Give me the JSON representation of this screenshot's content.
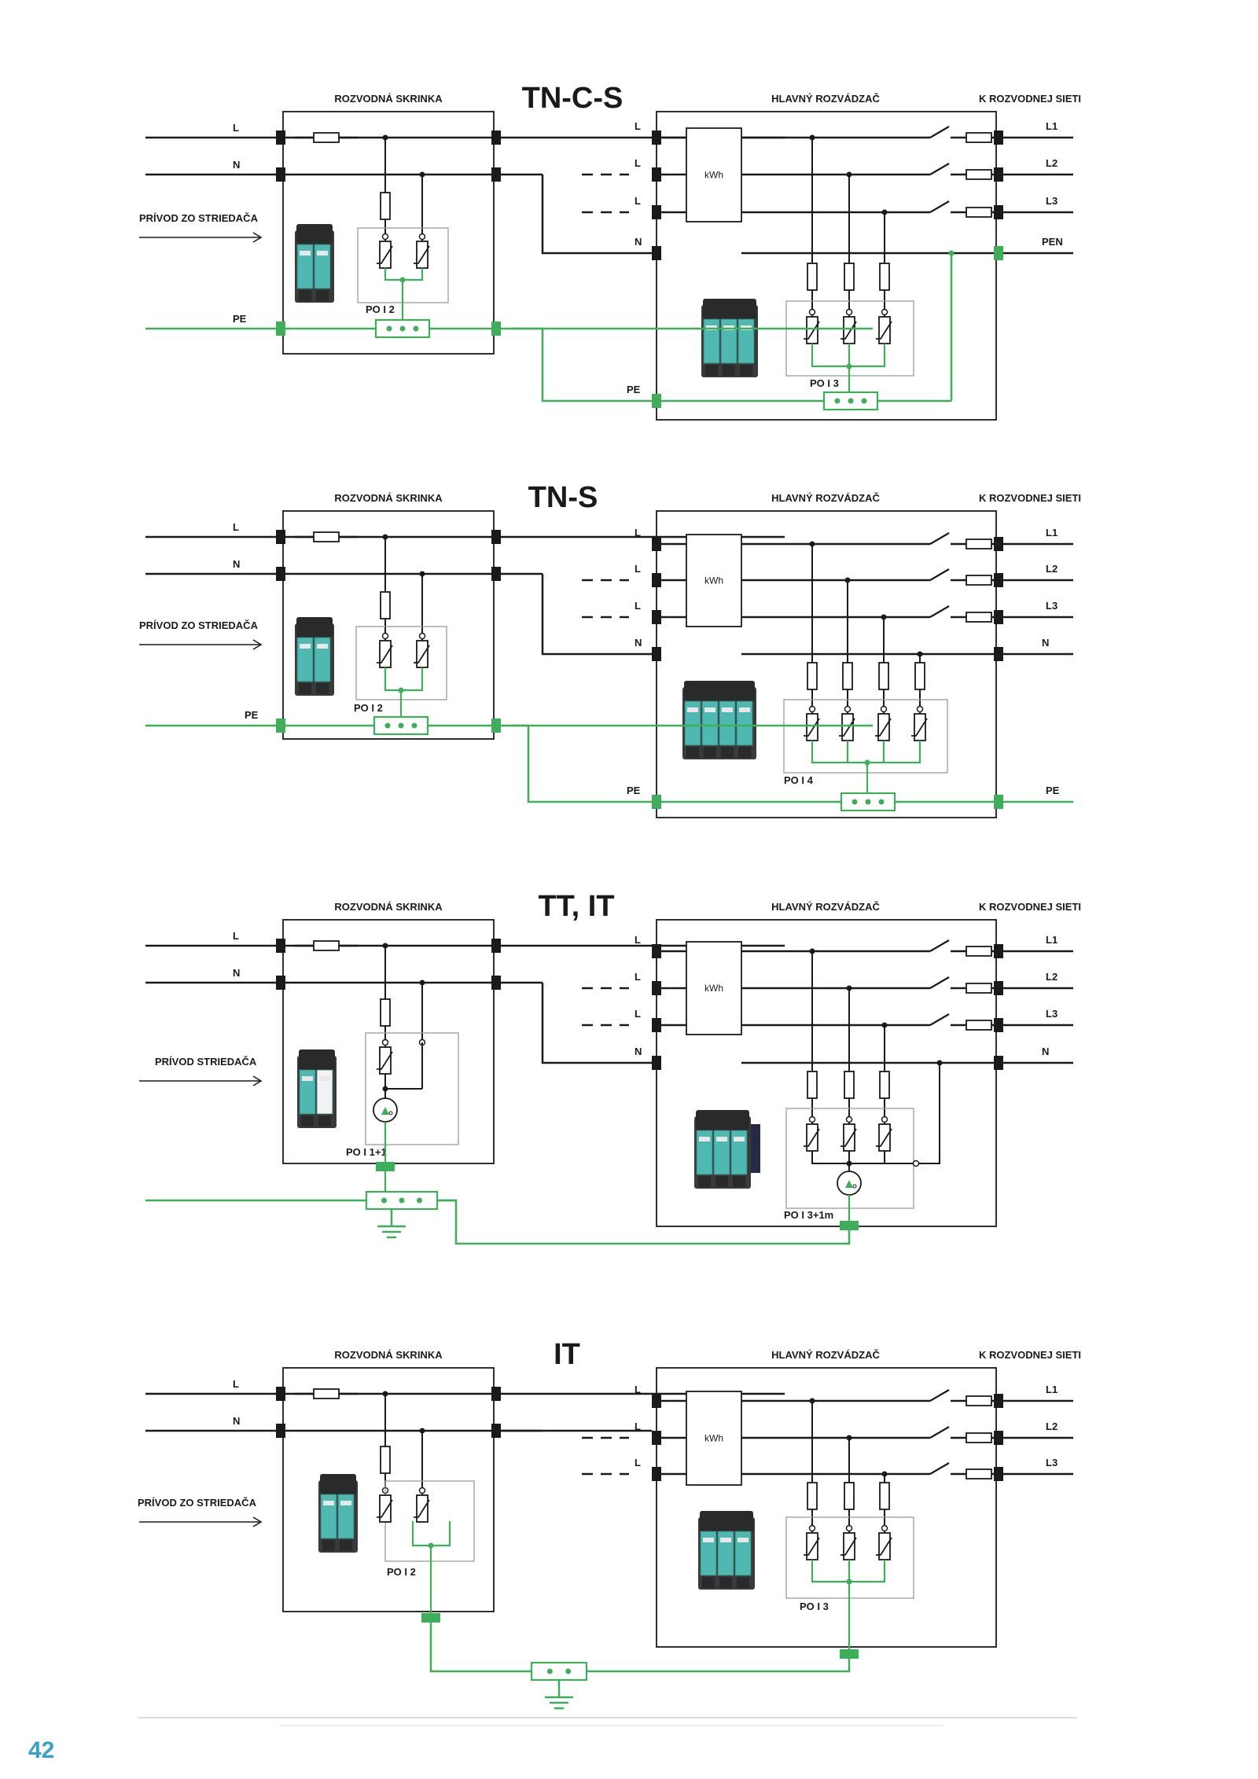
{
  "colors": {
    "line": "#1a1a1a",
    "pe": "#3fae5a",
    "device_body": "#4fb8b0",
    "device_top": "#2a2a2a",
    "accent": "#3aa0c8",
    "box_gray": "#9a9a9a"
  },
  "labels": {
    "rozvodna": "ROZVODNÁ SKRINKA",
    "hlavny": "HLAVNÝ ROZVÁDZAČ",
    "k_sieti": "K ROZVODNEJ SIETI",
    "prívod": "PRÍVOD ZO STRIEDAČA",
    "prívod_tt": "PRÍVOD STRIEDAČA",
    "L": "L",
    "N": "N",
    "PE": "PE",
    "PEN": "PEN",
    "L1": "L1",
    "L2": "L2",
    "L3": "L3",
    "kwh": "kWh"
  },
  "sections": [
    {
      "title": "TN-C-S",
      "left_device": "PO I 2",
      "right_device": "PO I 3"
    },
    {
      "title": "TN-S",
      "left_device": "PO I 2",
      "right_device": "PO I 4"
    },
    {
      "title": "TT, IT",
      "left_device": "PO I 1+1",
      "right_device": "PO I 3+1m"
    },
    {
      "title": "IT",
      "left_device": "PO I 2",
      "right_device": "PO I 3"
    }
  ],
  "footer": {
    "page_number": "42"
  }
}
